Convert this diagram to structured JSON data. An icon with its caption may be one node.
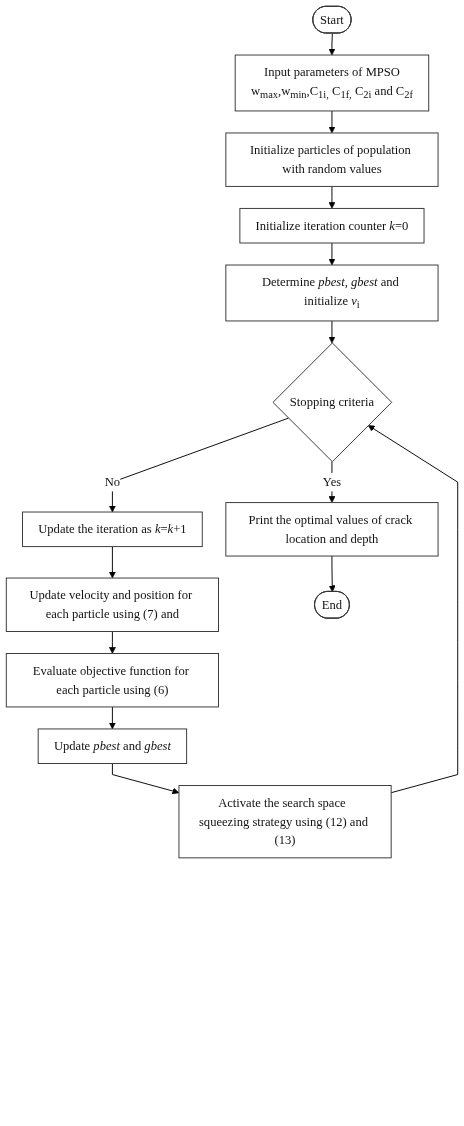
{
  "diagram": {
    "nodes": [
      {
        "text": [
          "Start"
        ]
      },
      {
        "text": [
          "Input parameters of MPSO",
          "w$_{max}$,w$_{min}$,C$_{1i,}$ C$_{1f,}$ C$_{2i}$ and C$_{2f}$"
        ]
      },
      {
        "text": [
          "Initialize particles of population with random values"
        ]
      },
      {
        "text": [
          "Initialize iteration counter *k*=0"
        ]
      },
      {
        "text": [
          "Determine *pbest, gbest* and initialize *v*$_{i}$"
        ]
      },
      {
        "text": [
          "Stopping criteria"
        ]
      },
      {
        "text": [
          "Update the iteration as *k*=*k*+1"
        ]
      },
      {
        "text": [
          "Update velocity and position for each particle using (7) and"
        ]
      },
      {
        "text": [
          "Evaluate objective function for each particle using (6)"
        ]
      },
      {
        "text": [
          "Update *pbest* and *gbest*"
        ]
      },
      {
        "text": [
          "Activate the search space  squeezing strategy using (12) and (13)"
        ]
      },
      {
        "text": [
          "Print the optimal values of crack location and depth"
        ]
      },
      {
        "text": [
          "End"
        ]
      }
    ],
    "edges": [
      {
        "from": 0,
        "to": 1,
        "arrow": "to"
      },
      {
        "from": 1,
        "to": 2,
        "arrow": "to"
      },
      {
        "from": 2,
        "to": 3,
        "arrow": "to"
      },
      {
        "from": 3,
        "to": 4,
        "arrow": "to"
      },
      {
        "from": 4,
        "to": 5,
        "arrow": "to"
      },
      {
        "from": 5,
        "to": 6,
        "label": "No",
        "arrow": "to"
      },
      {
        "from": 6,
        "to": 7,
        "arrow": "to"
      },
      {
        "from": 7,
        "to": 8,
        "arrow": "to"
      },
      {
        "from": 8,
        "to": 9,
        "arrow": "to"
      },
      {
        "from": 9,
        "to": 10,
        "arrow": "to"
      },
      {
        "from": 10,
        "to": 5,
        "arrow": "to"
      },
      {
        "from": 5,
        "to": 11,
        "label": "Yes",
        "arrow": "to"
      },
      {
        "from": 11,
        "to": 12,
        "arrow": "to"
      }
    ]
  }
}
